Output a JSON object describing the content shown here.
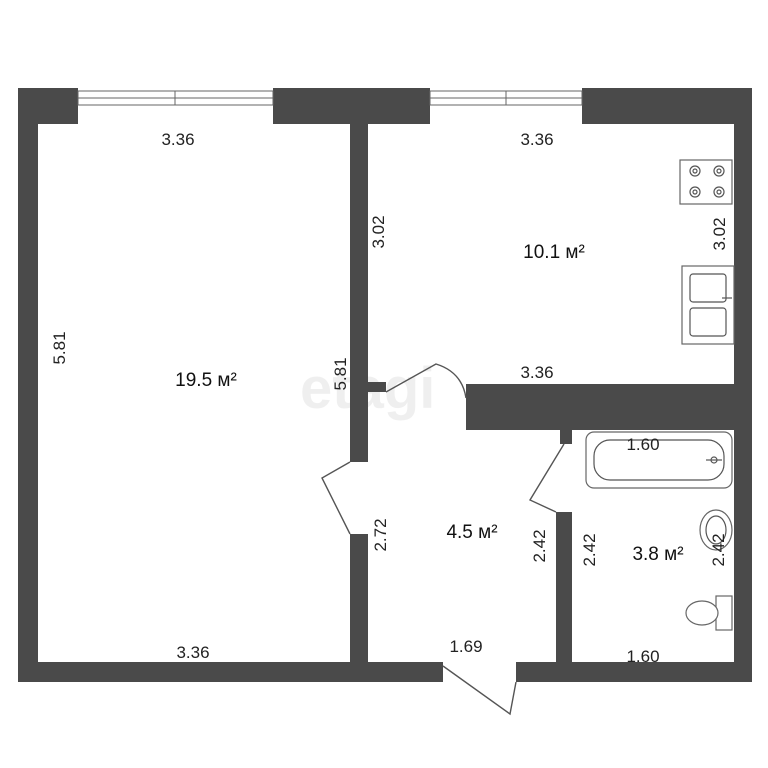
{
  "watermark": "etagi",
  "rooms": {
    "living": {
      "area": "19.5 м²",
      "top": "3.36",
      "bottom": "3.36",
      "left": "5.81",
      "right": "5.81"
    },
    "kitchen": {
      "area": "10.1 м²",
      "top": "3.36",
      "bottom": "3.36",
      "left": "3.02",
      "right": "3.02"
    },
    "hall": {
      "area": "4.5 м²",
      "left": "2.72",
      "right": "2.42",
      "bottom": "1.69"
    },
    "bath": {
      "area": "3.8 м²",
      "top": "1.60",
      "bottom": "1.60",
      "left": "2.42",
      "right": "2.42"
    }
  },
  "fixtures": [
    "stove-icon",
    "sink-icon",
    "bathtub-icon",
    "washbasin-icon",
    "toilet-icon"
  ]
}
